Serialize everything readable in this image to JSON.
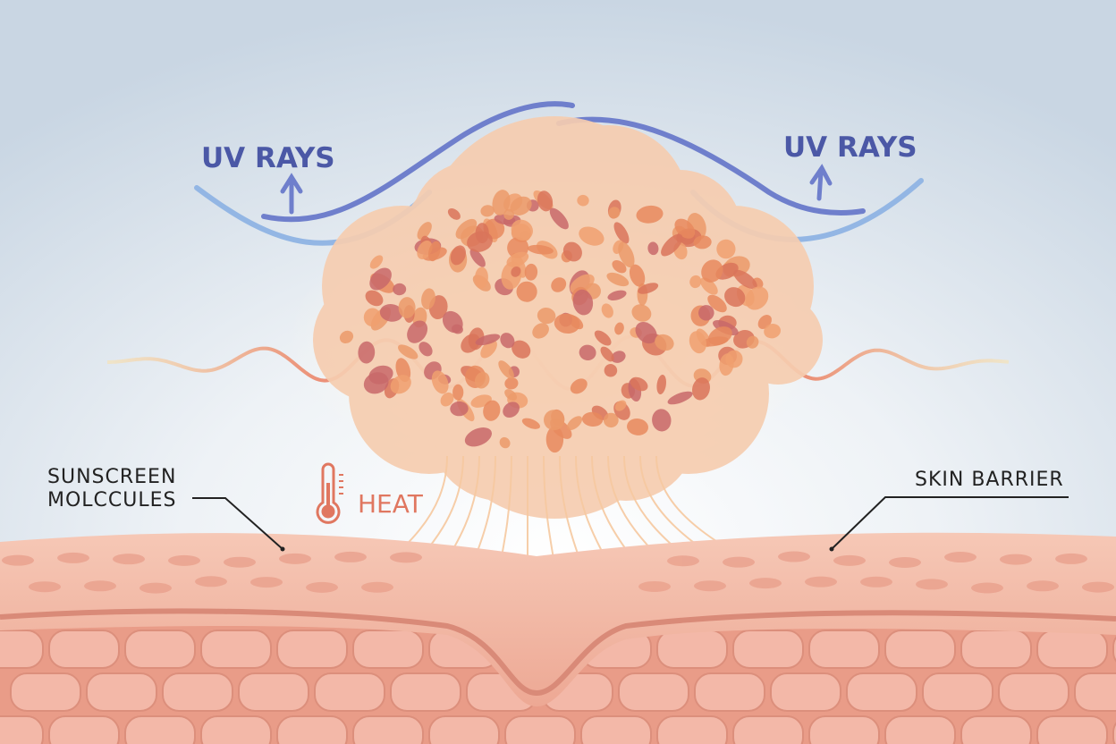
{
  "labels": {
    "uv_left": "UV RAYS",
    "uv_right": "UV RAYS",
    "sunscreen_line1": "SUNSCREEN",
    "sunscreen_line2": "MOLCCULES",
    "heat": "HEAT",
    "skin_barrier": "SKIN BARRIER"
  },
  "icons": {
    "heat": "thermometer-icon",
    "uv": "arrow-up-icon"
  },
  "colors": {
    "uv_text": "#4b58a6",
    "uv_wave": "#6f7fcc",
    "uv_wave_light": "#8fb0e0",
    "heat_text": "#e07760",
    "label_text": "#222222",
    "cloud": "#f6cdb0",
    "particle": "#e88a5e",
    "skin_top": "#f0b4a0",
    "skin_cell": "#f3b8a8",
    "skin_dark": "#d98a78"
  }
}
